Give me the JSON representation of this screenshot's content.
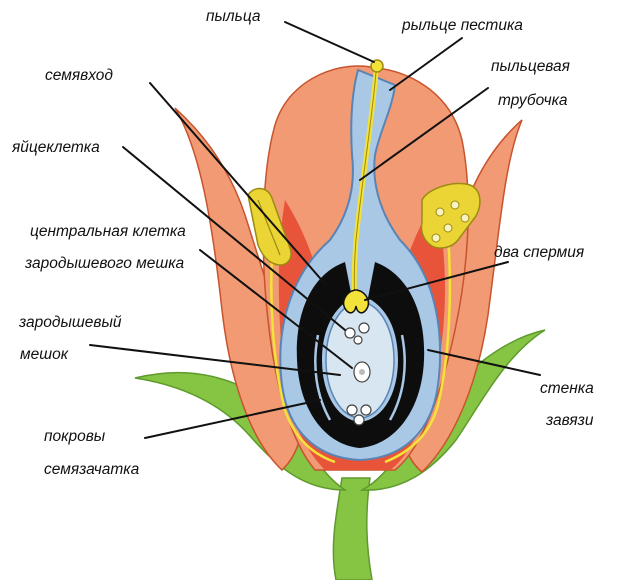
{
  "labels": {
    "pollen": "пыльца",
    "stigma": "рыльце пестика",
    "micropyle": "семявход",
    "pollen_tube_1": "пыльцевая",
    "pollen_tube_2": "трубочка",
    "egg_cell": "яйцеклетка",
    "central_cell_1": "центральная клетка",
    "central_cell_2": "зародышевого мешка",
    "two_sperm": "два спермия",
    "embryo_sac_1": "зародышевый",
    "embryo_sac_2": "мешок",
    "ovary_wall_1": "стенка",
    "ovary_wall_2": "завязи",
    "integuments_1": "покровы",
    "integuments_2": "семязачатка"
  },
  "colors": {
    "petal_outer": "#f29a73",
    "petal_inner": "#e8543a",
    "pistil_blue": "#a8c8e6",
    "pistil_outline": "#5a84b4",
    "integument_black": "#0d0d0d",
    "embryo_sac": "#d8e6f2",
    "pollen_tube_yellow": "#f3e23a",
    "sepal_green": "#86c443",
    "anther_yellow": "#ead535"
  }
}
